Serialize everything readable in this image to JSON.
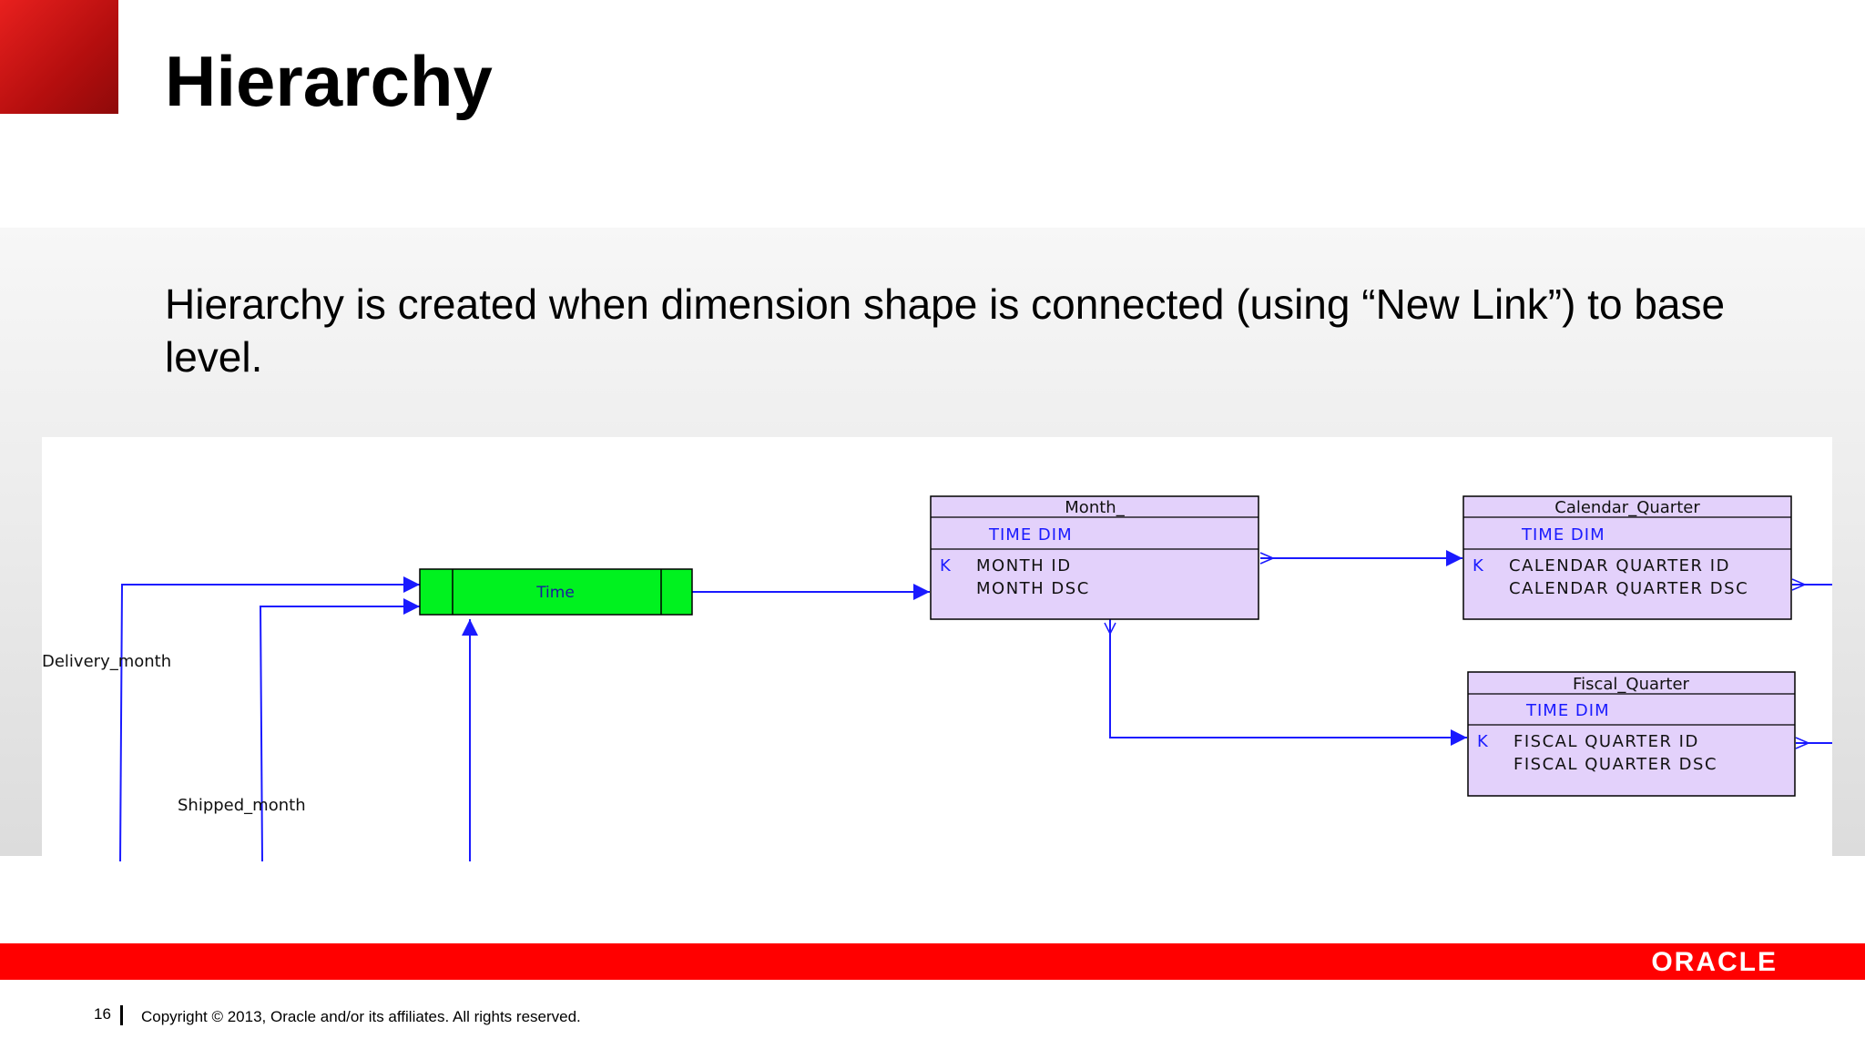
{
  "slide": {
    "title": "Hierarchy",
    "body": "Hierarchy is created when dimension shape is connected (using “New Link”) to base level."
  },
  "diagram": {
    "time_shape": {
      "label": "Time"
    },
    "link_labels": {
      "delivery": "Delivery_month",
      "shipped": "Shipped_month"
    },
    "entities": {
      "month": {
        "name": "Month_",
        "type": "TIME DIM",
        "key_marker": "K",
        "attr1": "MONTH ID",
        "attr2": "MONTH DSC"
      },
      "calendar_quarter": {
        "name": "Calendar_Quarter",
        "type": "TIME DIM",
        "key_marker": "K",
        "attr1": "CALENDAR QUARTER ID",
        "attr2": "CALENDAR QUARTER DSC"
      },
      "fiscal_quarter": {
        "name": "Fiscal_Quarter",
        "type": "TIME DIM",
        "key_marker": "K",
        "attr1": "FISCAL QUARTER ID",
        "attr2": "FISCAL QUARTER DSC"
      }
    },
    "colors": {
      "line": "#1a1aff",
      "entity_fill": "#e3d1fb",
      "time_fill": "#00f21f"
    }
  },
  "footer": {
    "logo": "ORACLE",
    "page_number": "16",
    "copyright": "Copyright © 2013, Oracle and/or its affiliates. All rights reserved."
  }
}
